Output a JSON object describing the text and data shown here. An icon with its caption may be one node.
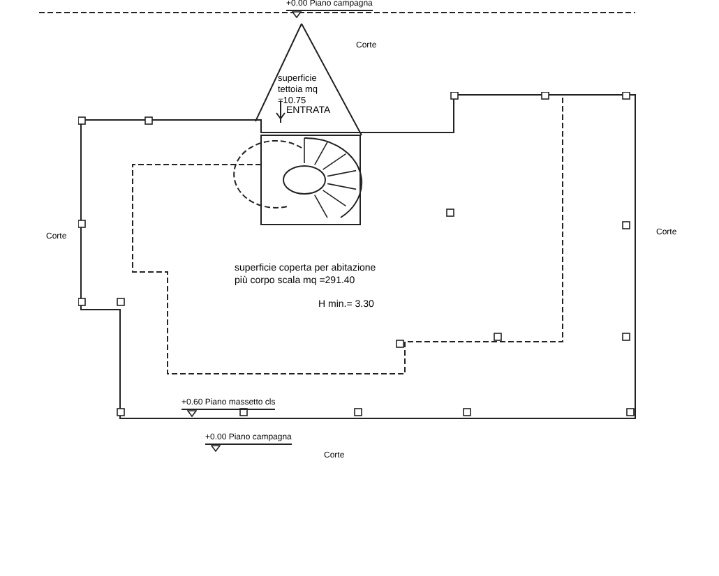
{
  "diagram": {
    "nodes": [
      {
        "text": [
          "superficie tettoia mq =10.75"
        ]
      },
      {
        "text": [
          "superficie coperta per abitazione più corpo scala mq =291.40",
          "H min.= 3.30"
        ]
      }
    ],
    "labels": [
      "+0.00 Piano campagna",
      "Corte",
      "ENTRATA",
      "Corte",
      "Corte",
      "+0.60 Piano massetto cls",
      "+0.00 Piano campagna",
      "Corte"
    ]
  }
}
